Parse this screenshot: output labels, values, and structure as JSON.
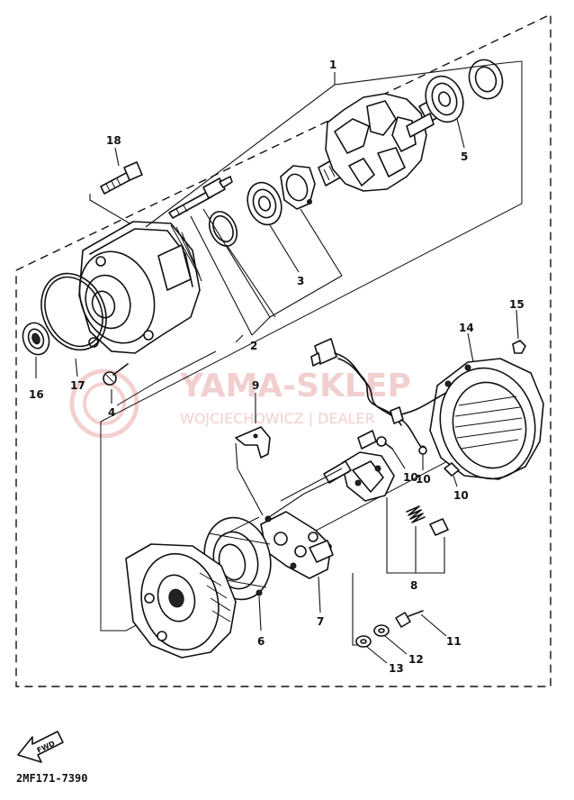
{
  "diagram": {
    "parts": [
      {
        "ref": "1"
      },
      {
        "ref": "2"
      },
      {
        "ref": "3"
      },
      {
        "ref": "4"
      },
      {
        "ref": "5"
      },
      {
        "ref": "6"
      },
      {
        "ref": "7"
      },
      {
        "ref": "8"
      },
      {
        "ref": "9"
      },
      {
        "ref": "10"
      },
      {
        "ref": "10"
      },
      {
        "ref": "10"
      },
      {
        "ref": "11"
      },
      {
        "ref": "12"
      },
      {
        "ref": "13"
      },
      {
        "ref": "14"
      },
      {
        "ref": "15"
      },
      {
        "ref": "16"
      },
      {
        "ref": "17"
      },
      {
        "ref": "18"
      }
    ],
    "watermark": {
      "line1": "YAMA-SKLEP",
      "line2": "WOJCIECHOWICZ | DEALER"
    },
    "fwd_label": "FWD",
    "drawing_code": "2MF171-7390"
  }
}
